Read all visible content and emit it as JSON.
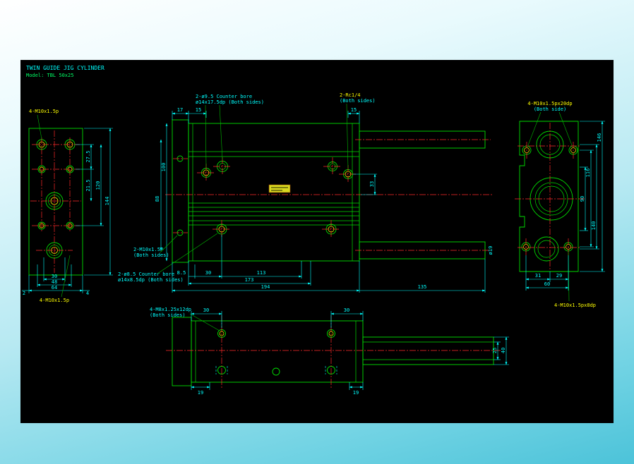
{
  "title": {
    "line1": "TWIN GUIDE JIG CYLINDER",
    "line2": "Model: TBL 50x25"
  },
  "colors": {
    "canvas": "#000000",
    "geometry": "#00dd00",
    "centerline": "#ff2a2a",
    "dimension": "#00ffff",
    "note": "#ffff00",
    "background_accent": "#4cc3d9"
  },
  "front_view": {
    "note_top": "4-M10x1.5p",
    "note_bottom": "4-M10x1.5p",
    "dim_v1": "27.5",
    "dim_v2": "21.5",
    "dim_v3": "120",
    "dim_v4": "144",
    "dim_b1": "30",
    "dim_b2": "48",
    "dim_b3": "64",
    "dim_left": "2",
    "dim_right": "4"
  },
  "plan_view": {
    "note_cbore_top1": "2-ø9.5 Counter bore",
    "note_cbore_top2": "ø14x17.5dp (Both sides)",
    "note_port1": "2-Rc1/4",
    "note_port2": "(Both sides)",
    "note_thread1": "2-M10x1.5P",
    "note_thread2": "(Both sides)",
    "note_cbore_bot1": "2-ø8.5 Counter bore",
    "note_cbore_bot2": "ø14x8.5dp (Both sides)",
    "dim_t1": "17",
    "dim_t2": "15",
    "dim_t3": "15",
    "dim_l1": "88",
    "dim_l2": "100",
    "dim_r1": "33",
    "dim_rod": "ø19",
    "dim_b0": "8.5",
    "dim_b1": "30",
    "dim_b2": "113",
    "dim_b3": "173",
    "dim_b4": "194",
    "dim_b5": "135"
  },
  "side_view": {
    "note_top1": "4-M10x1.5px20dp",
    "note_top2": "(Both side)",
    "note_bottom": "4-M10x1.5px8dp",
    "dim_r1": "90",
    "dim_r2": "116",
    "dim_r3": "140",
    "dim_r4": "146",
    "dim_b1": "31",
    "dim_b2": "29",
    "dim_b3": "60"
  },
  "bottom_view": {
    "note1": "4-M8x1.25x12dp",
    "note2": "(Both sides)",
    "dim_t1": "30",
    "dim_t2": "30",
    "dim_r1": "25",
    "dim_r2": "40",
    "dim_b1": "19",
    "dim_b2": "19"
  }
}
